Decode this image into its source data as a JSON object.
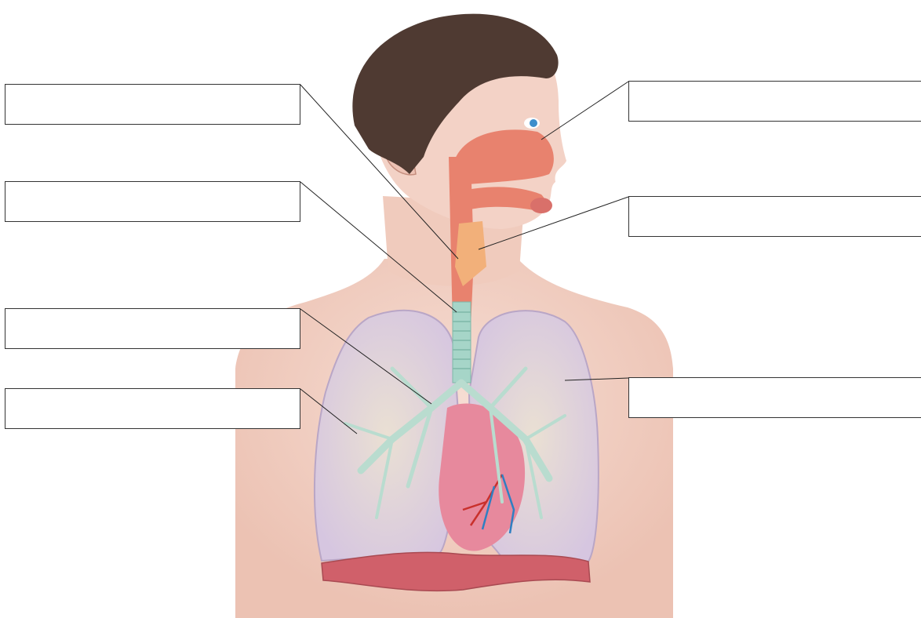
{
  "labels": {
    "left": [
      {
        "id": "left-1",
        "text": ""
      },
      {
        "id": "left-2",
        "text": ""
      },
      {
        "id": "left-3",
        "text": ""
      },
      {
        "id": "left-4",
        "text": ""
      }
    ],
    "right": [
      {
        "id": "right-1",
        "text": ""
      },
      {
        "id": "right-2",
        "text": ""
      },
      {
        "id": "right-3",
        "text": ""
      }
    ]
  },
  "colors": {
    "skin": "#f3d2c6",
    "skin_shadow": "#e7b9aa",
    "hair": "#4f3a32",
    "airway": "#e8826e",
    "trachea": "#a6d5c8",
    "lung": "#ddd0e6",
    "bronchi": "#b9dccf",
    "heart": "#e7899d",
    "diaphragm": "#d0606a",
    "eye": "#3e8ecb",
    "leader_line": "#222222",
    "box_border": "#333333"
  }
}
